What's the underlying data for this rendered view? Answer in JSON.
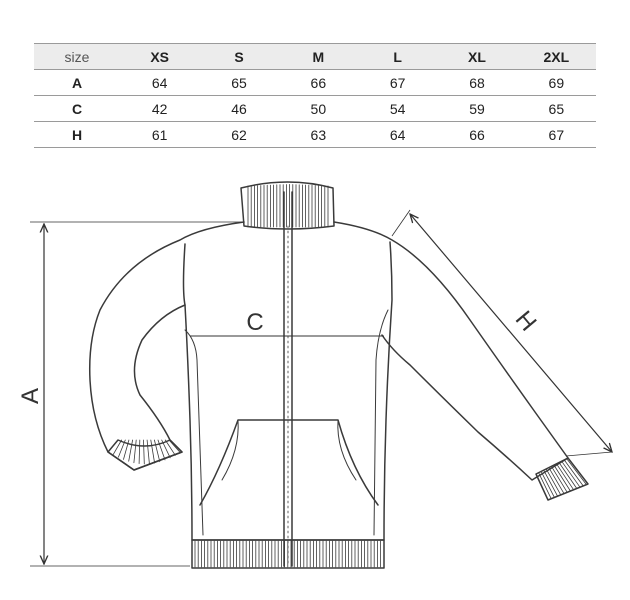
{
  "size_table": {
    "header_label": "size",
    "sizes": [
      "XS",
      "S",
      "M",
      "L",
      "XL",
      "2XL"
    ],
    "rows": [
      {
        "label": "A",
        "values": [
          "64",
          "65",
          "66",
          "67",
          "68",
          "69"
        ]
      },
      {
        "label": "C",
        "values": [
          "42",
          "46",
          "50",
          "54",
          "59",
          "65"
        ]
      },
      {
        "label": "H",
        "values": [
          "61",
          "62",
          "63",
          "64",
          "66",
          "67"
        ]
      }
    ]
  },
  "diagram": {
    "dimension_a": "A",
    "dimension_c": "C",
    "dimension_h": "H"
  }
}
